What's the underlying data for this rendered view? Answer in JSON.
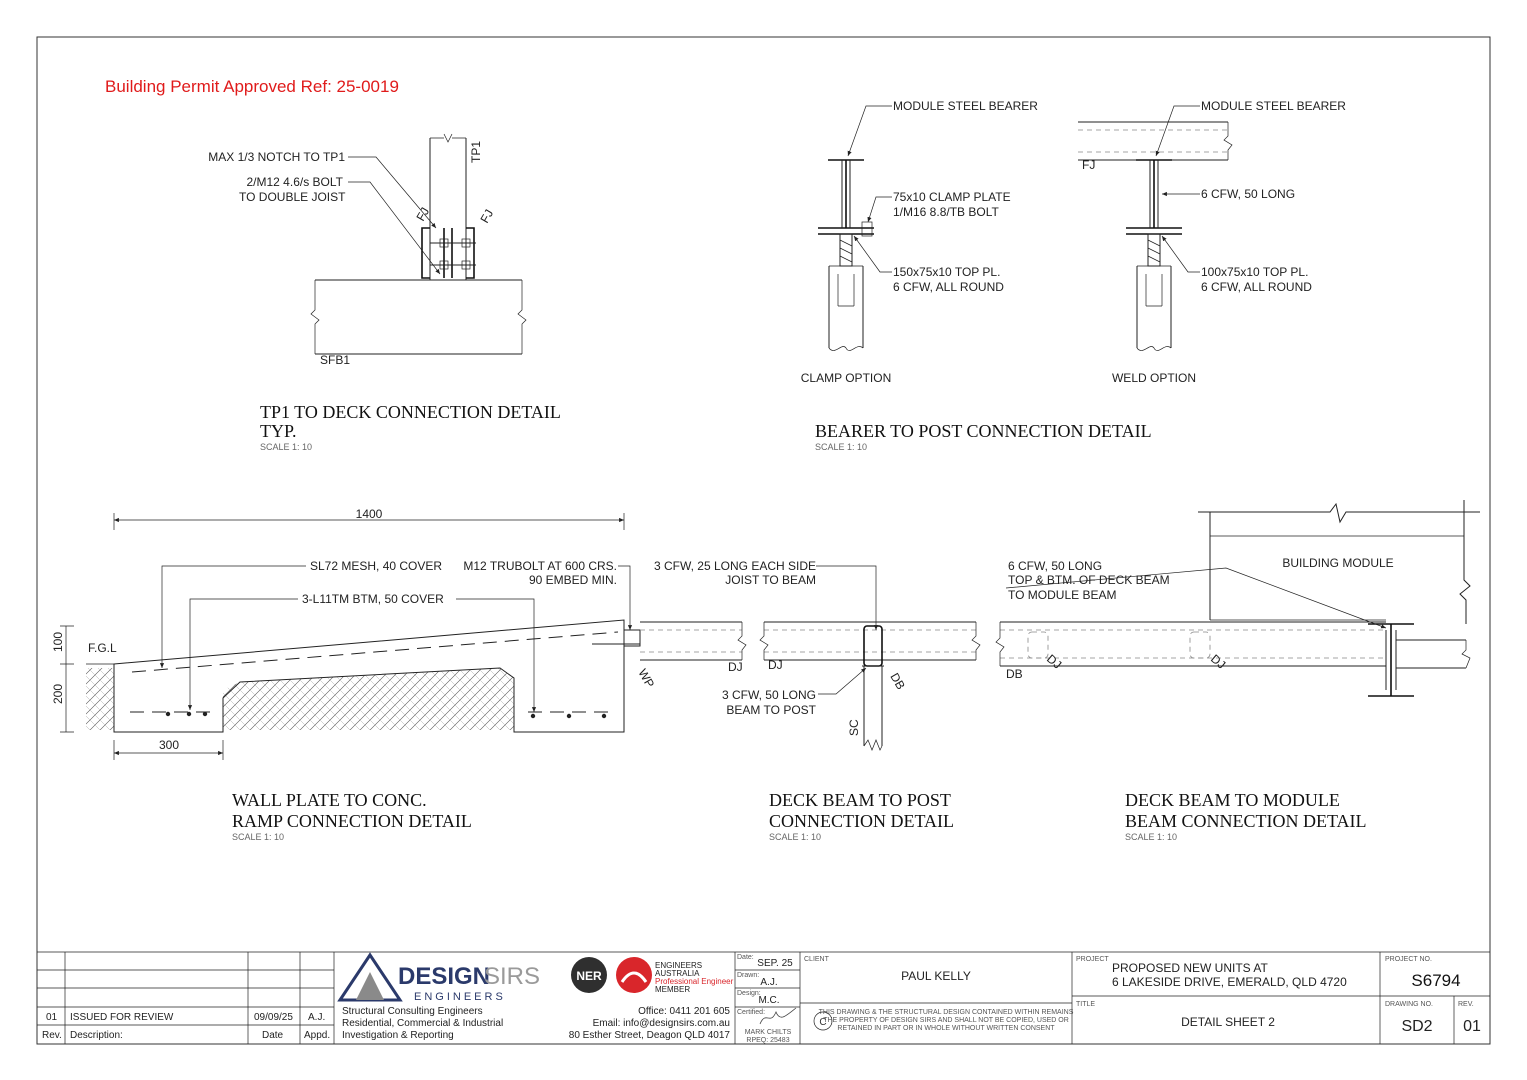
{
  "stamp": "Building Permit Approved Ref: 25-0019",
  "details": {
    "tp1": {
      "title_line1": "TP1 TO DECK CONNECTION DETAIL",
      "title_line2": "TYP.",
      "scale": "SCALE 1: 10",
      "notes": {
        "notch": "MAX 1/3 NOTCH TO TP1",
        "bolt_line1": "2/M12 4.6/s BOLT",
        "bolt_line2": "TO DOUBLE JOIST"
      },
      "tags": {
        "tp1": "TP1",
        "fj_left": "FJ",
        "fj_right": "FJ",
        "sfb1": "SFB1"
      }
    },
    "bearer": {
      "title": "BEARER TO POST CONNECTION DETAIL",
      "scale": "SCALE 1: 10",
      "clamp": {
        "bearer": "MODULE STEEL BEARER",
        "clamp_line1": "75x10 CLAMP PLATE",
        "clamp_line2": "1/M16 8.8/TB BOLT",
        "plate_line1": "150x75x10 TOP PL.",
        "plate_line2": "6 CFW, ALL ROUND",
        "caption": "CLAMP OPTION"
      },
      "weld": {
        "bearer": "MODULE STEEL BEARER",
        "fj": "FJ",
        "cfw": "6 CFW, 50 LONG",
        "plate_line1": "100x75x10 TOP PL.",
        "plate_line2": "6 CFW, ALL ROUND",
        "caption": "WELD OPTION"
      }
    },
    "ramp": {
      "title_line1": "WALL PLATE TO CONC.",
      "title_line2": "RAMP CONNECTION DETAIL",
      "scale": "SCALE 1: 10",
      "dim_1400": "1400",
      "dim_300": "300",
      "dim_100": "100",
      "dim_200": "200",
      "fgl": "F.G.L",
      "mesh": "SL72 MESH, 40 COVER",
      "bars": "3-L11TM BTM, 50 COVER",
      "trubolt_line1": "M12 TRUBOLT AT 600 CRS.",
      "trubolt_line2": "90 EMBED MIN.",
      "wp": "WP",
      "dj": "DJ"
    },
    "post": {
      "title_line1": "DECK BEAM TO POST",
      "title_line2": "CONNECTION DETAIL",
      "scale": "SCALE 1: 10",
      "cfw25_line1": "3 CFW, 25 LONG EACH SIDE",
      "cfw25_line2": "JOIST TO BEAM",
      "cfw50_line1": "3 CFW, 50 LONG",
      "cfw50_line2": "BEAM TO POST",
      "dj": "DJ",
      "db": "DB",
      "sc": "SC"
    },
    "module": {
      "title_line1": "DECK BEAM TO MODULE",
      "title_line2": "BEAM CONNECTION DETAIL",
      "scale": "SCALE 1: 10",
      "cfw_line1": "6 CFW, 50 LONG",
      "cfw_line2": "TOP & BTM. OF DECK BEAM",
      "cfw_line3": "TO MODULE BEAM",
      "building_module": "BUILDING MODULE",
      "db": "DB",
      "dj1": "DJ",
      "dj2": "DJ"
    }
  },
  "title_block": {
    "revisions": [
      {
        "rev": "01",
        "description": "ISSUED FOR REVIEW",
        "date": "09/09/25",
        "appd": "A.J."
      }
    ],
    "rev_headers": {
      "rev": "Rev.",
      "description": "Description:",
      "date": "Date",
      "appd": "Appd."
    },
    "company": {
      "name_a": "DESIGN",
      "name_b": "SIRS",
      "sub": "ENGINEERS",
      "line1": "Structural Consulting Engineers",
      "line2": "Residential, Commercial & Industrial",
      "line3": "Investigation & Reporting",
      "ner": "NER",
      "ea_line1": "ENGINEERS",
      "ea_line2": "AUSTRALIA",
      "ea_line3": "Professional Engineer",
      "ea_line4": "MEMBER",
      "office": "Office: 0411 201 605",
      "email": "Email: info@designsirs.com.au",
      "address": "80 Esther Street, Deagon QLD 4017"
    },
    "date_label": "Date:",
    "date": "SEP. 25",
    "drawn_label": "Drawn:",
    "drawn": "A.J.",
    "design_label": "Design:",
    "design": "M.C.",
    "certified_label": "Certified:",
    "certifier_name": "MARK CHILTS",
    "certifier_rpeq": "RPEQ: 25483",
    "client_label": "CLIENT",
    "client": "PAUL KELLY",
    "copyright_symbol": "C",
    "copyright_line1": "THIS DRAWING & THE STRUCTURAL DESIGN CONTAINED WITHIN REMAINS",
    "copyright_line2": "THE PROPERTY OF DESIGN SIRS AND SHALL NOT BE COPIED, USED OR",
    "copyright_line3": "RETAINED IN PART OR IN WHOLE WITHOUT WRITTEN CONSENT",
    "project_label": "PROJECT",
    "project_line1": "PROPOSED NEW UNITS AT",
    "project_line2": "6 LAKESIDE DRIVE, EMERALD, QLD 4720",
    "title_label": "TITLE",
    "title": "DETAIL SHEET 2",
    "project_no_label": "PROJECT NO.",
    "project_no": "S6794",
    "drawing_no_label": "DRAWING NO.",
    "drawing_no": "SD2",
    "rev_label": "REV.",
    "rev": "01"
  }
}
